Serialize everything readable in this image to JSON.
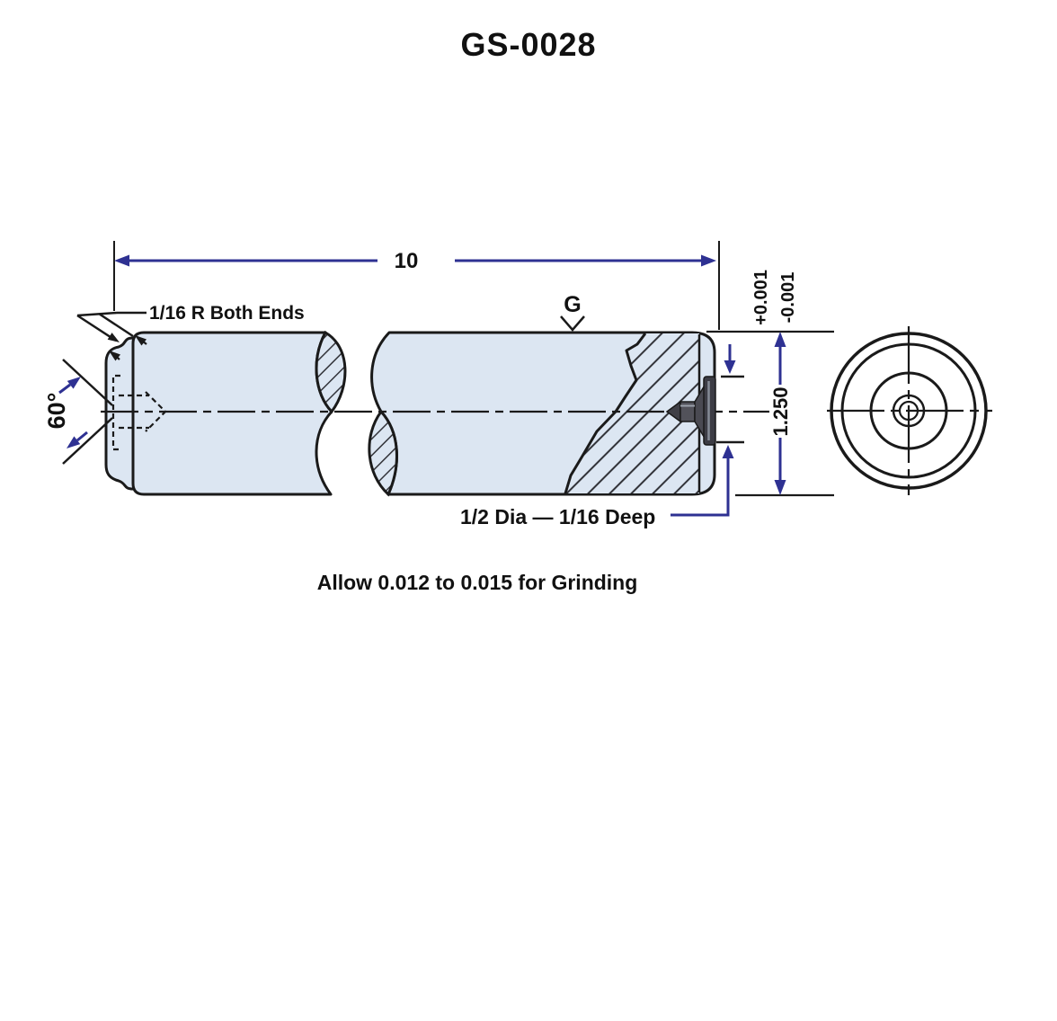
{
  "title": "GS-0028",
  "drawing": {
    "labels": {
      "length": "10",
      "radius_note": "1/16 R Both Ends",
      "grind_symbol": "G",
      "tol_plus": "+0.001",
      "tol_minus": "-0.001",
      "diameter": "1.250",
      "angle": "60°",
      "recess": "1/2 Dia — 1/16 Deep",
      "grinding_note": "Allow 0.012 to 0.015 for Grinding"
    },
    "icons": {
      "grind_mark": "v-check-surface-finish-icon",
      "center_drill": "center-drill-section",
      "end_view": "concentric-circles"
    },
    "colors": {
      "dimension_blue": "#2e3192",
      "note_red": "#d03234",
      "part_fill": "#dce6f2",
      "outline": "#1a1a1a"
    }
  }
}
